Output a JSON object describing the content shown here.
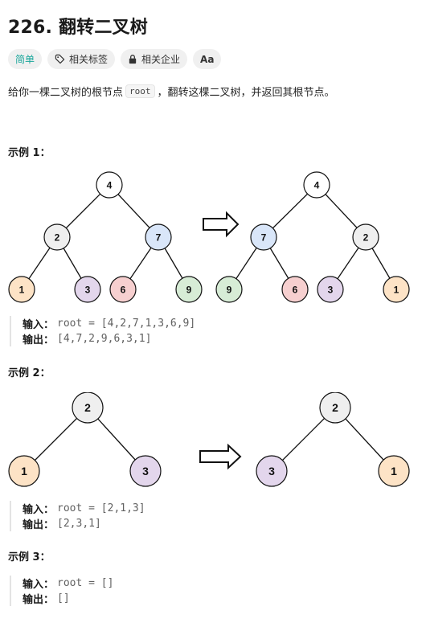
{
  "problem": {
    "title": "226. 翻转二叉树",
    "tags": {
      "difficulty": "简单",
      "topics": "相关标签",
      "companies": "相关企业",
      "translate": "Aa"
    },
    "description": {
      "before": "给你一棵二叉树的根节点",
      "code": "root",
      "after": "，翻转这棵二叉树，并返回其根节点。"
    }
  },
  "examples": [
    {
      "title": "示例 1：",
      "input_label": "输入：",
      "input": "root = [4,2,7,1,3,6,9]",
      "output_label": "输出：",
      "output": "[4,7,2,9,6,3,1]",
      "tree_before": [
        "4",
        "2",
        "7",
        "1",
        "3",
        "6",
        "9"
      ],
      "tree_after": [
        "4",
        "7",
        "2",
        "9",
        "6",
        "3",
        "1"
      ]
    },
    {
      "title": "示例 2：",
      "input_label": "输入：",
      "input": "root = [2,1,3]",
      "output_label": "输出：",
      "output": "[2,3,1]",
      "tree_before": [
        "2",
        "1",
        "3"
      ],
      "tree_after": [
        "2",
        "3",
        "1"
      ]
    },
    {
      "title": "示例 3：",
      "input_label": "输入：",
      "input": "root = []",
      "output_label": "输出：",
      "output": "[]"
    }
  ],
  "node_colors": {
    "1": "#fde3c6",
    "2": "#efefef",
    "3": "#e3d6ec",
    "4": "#ffffff",
    "6": "#f6cfcf",
    "7": "#d9e6f9",
    "9": "#d7ecd6"
  },
  "icons": {
    "topics": "tag-icon",
    "companies": "lock-icon",
    "translate": "translate-icon",
    "arrow": "right-arrow-icon"
  }
}
